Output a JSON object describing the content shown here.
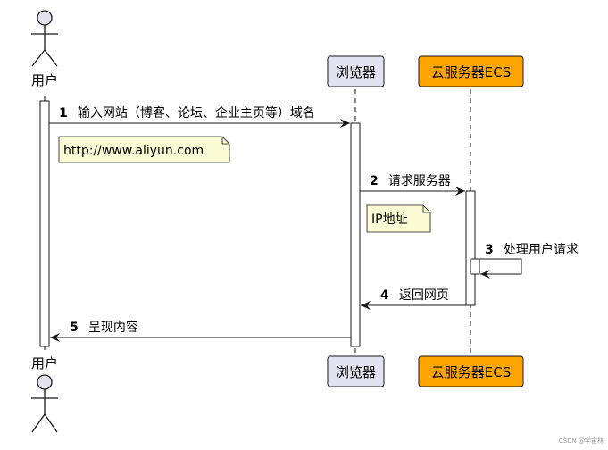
{
  "participants": {
    "user": {
      "label": "用户"
    },
    "browser": {
      "label": "浏览器"
    },
    "ecs": {
      "label": "云服务器ECS"
    }
  },
  "messages": [
    {
      "num": "1",
      "text": "输入网站（博客、论坛、企业主页等）域名"
    },
    {
      "num": "2",
      "text": "请求服务器"
    },
    {
      "num": "3",
      "text": "处理用户请求"
    },
    {
      "num": "4",
      "text": "返回网页"
    },
    {
      "num": "5",
      "text": "呈现内容"
    }
  ],
  "notes": [
    {
      "text": "http://www.aliyun.com"
    },
    {
      "text": "IP地址"
    }
  ],
  "watermark": "CSDN @宇宙林",
  "colors": {
    "participant_fill": "#E2E2F0",
    "ecs_fill": "#FFA500",
    "note_fill": "#FBFBD6",
    "line": "#181818",
    "activation_fill": "#FFFFFF"
  }
}
